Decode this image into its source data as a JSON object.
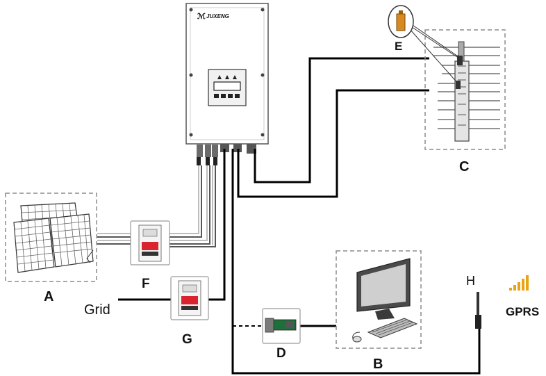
{
  "inverter": {
    "brand": "JUXENG"
  },
  "labels": {
    "a": "A",
    "b": "B",
    "c": "C",
    "d": "D",
    "e": "E",
    "f": "F",
    "g": "G",
    "h": "H",
    "grid": "Grid",
    "gprs": "GPRS"
  },
  "colors": {
    "wire": "#000000",
    "dashed_box": "#8c8c8c",
    "gprs_signal": "#e8a317",
    "breaker_red": "#d9232e",
    "battery": "#d68a1f"
  }
}
